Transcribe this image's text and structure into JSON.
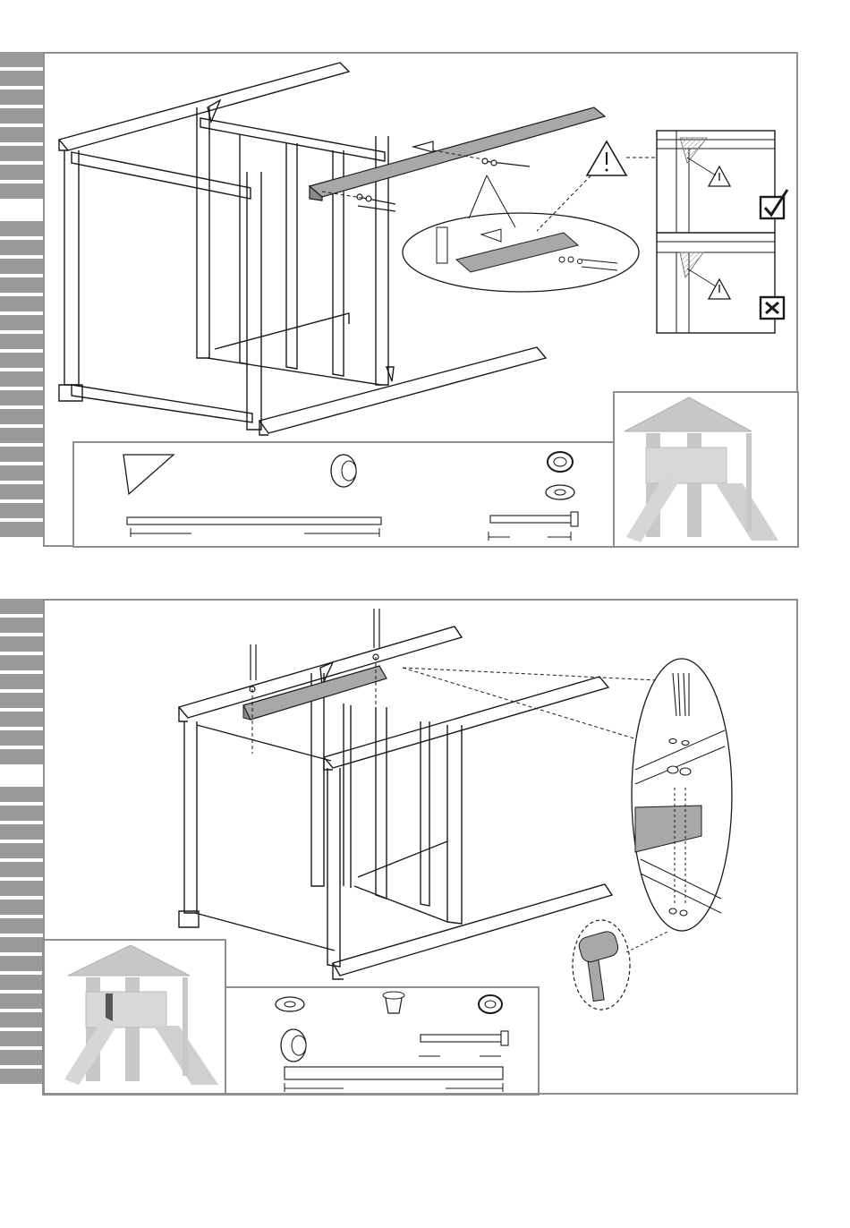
{
  "colors": {
    "panel_border": "#8e8e8e",
    "tab_gray": "#9a9a9a",
    "highlight_beam": "#a8a8a8",
    "thumbnail_tower": "#c8c8c8",
    "warning_fill": "#d0d0d0",
    "line": "#1a1a1a"
  },
  "tabs": {
    "step1_active_index": 8,
    "step2_active_index": 9,
    "count": 26
  },
  "step1": {
    "warning_icon": "warning-triangle-icon",
    "correct_icon": "checkbox-checked-icon",
    "incorrect_icon": "checkbox-crossed-icon",
    "parts": [
      "corner-plate",
      "spacer-sleeve",
      "spring-washer",
      "flat-washer",
      "beam",
      "bolt"
    ],
    "thumbnail": "playtower-thumbnail"
  },
  "step2": {
    "tool_icon": "mallet-icon",
    "parts": [
      "flat-washer",
      "t-nut",
      "spring-washer",
      "spacer-sleeve",
      "bolt",
      "beam"
    ],
    "thumbnail": "playtower-thumbnail"
  }
}
